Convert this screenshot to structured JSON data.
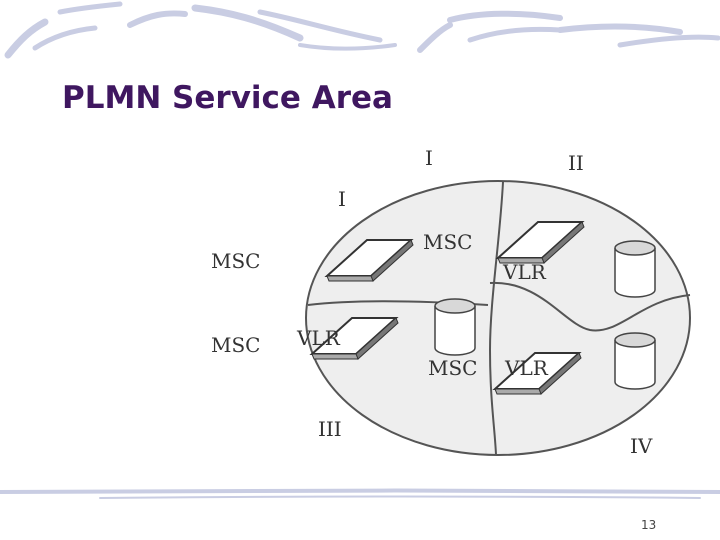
{
  "slide": {
    "title": "PLMN Service Area",
    "page_number": "13"
  },
  "labels": {
    "area_I_top": "I",
    "area_II": "II",
    "area_I_inner": "I",
    "area_III": "III",
    "area_IV": "IV",
    "msc_left_1": "MSC",
    "msc_left_2": "MSC",
    "msc_top_center": "MSC",
    "vlr_top_right": "VLR",
    "vlr_left_inner": "VLR",
    "msc_bottom_center": "MSC",
    "vlr_bottom_right": "VLR"
  },
  "colors": {
    "title": "#3f1760",
    "banner_stroke": "#c9cde3",
    "diagram_fill": "#eeeeee",
    "diagram_stroke": "#555555"
  },
  "icons": [
    "msc-switch-icon",
    "vlr-database-icon"
  ]
}
